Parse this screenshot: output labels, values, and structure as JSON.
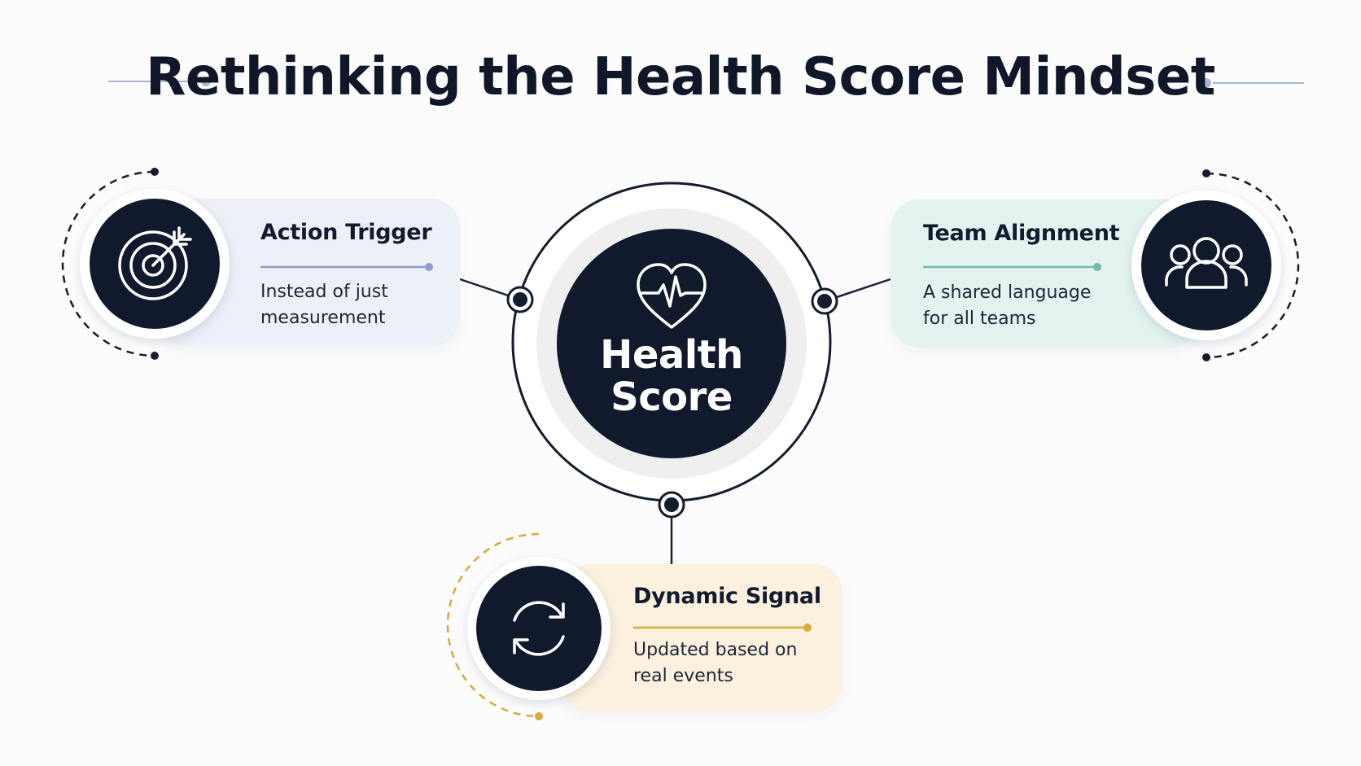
{
  "title": "Rethinking the Health Score Mindset",
  "center": {
    "line1": "Health",
    "line2": "Score",
    "icon": "heart-pulse-icon"
  },
  "nodes": [
    {
      "title": "Action Trigger",
      "desc_line1": "Instead of just",
      "desc_line2": "measurement",
      "icon": "target-arrow-icon",
      "accent": "#8f9dc9"
    },
    {
      "title": "Team Alignment",
      "desc_line1": "A shared language",
      "desc_line2": "for all teams",
      "icon": "users-icon",
      "accent": "#6fbcae"
    },
    {
      "title": "Dynamic Signal",
      "desc_line1": "Updated based on",
      "desc_line2": "real events",
      "icon": "refresh-icon",
      "accent": "#d9a93b"
    }
  ],
  "colors": {
    "navy": "#0f1729",
    "decor": "#aab4d1"
  }
}
